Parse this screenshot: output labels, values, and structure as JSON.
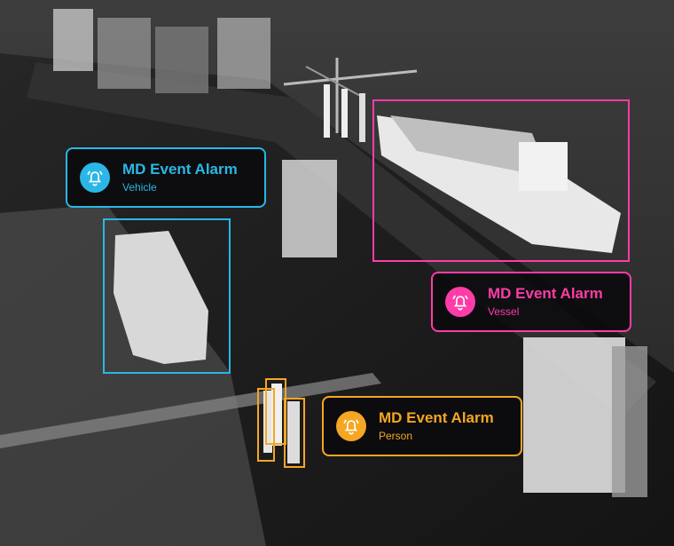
{
  "colors": {
    "vehicle": "#2ab7e6",
    "vessel": "#ff3ca7",
    "person": "#f5a623"
  },
  "alarms": {
    "vehicle": {
      "title": "MD Event Alarm",
      "label": "Vehicle",
      "icon": "alarm-bell-icon"
    },
    "vessel": {
      "title": "MD Event Alarm",
      "label": "Vessel",
      "icon": "alarm-bell-icon"
    },
    "person": {
      "title": "MD Event Alarm",
      "label": "Person",
      "icon": "alarm-bell-icon"
    }
  }
}
